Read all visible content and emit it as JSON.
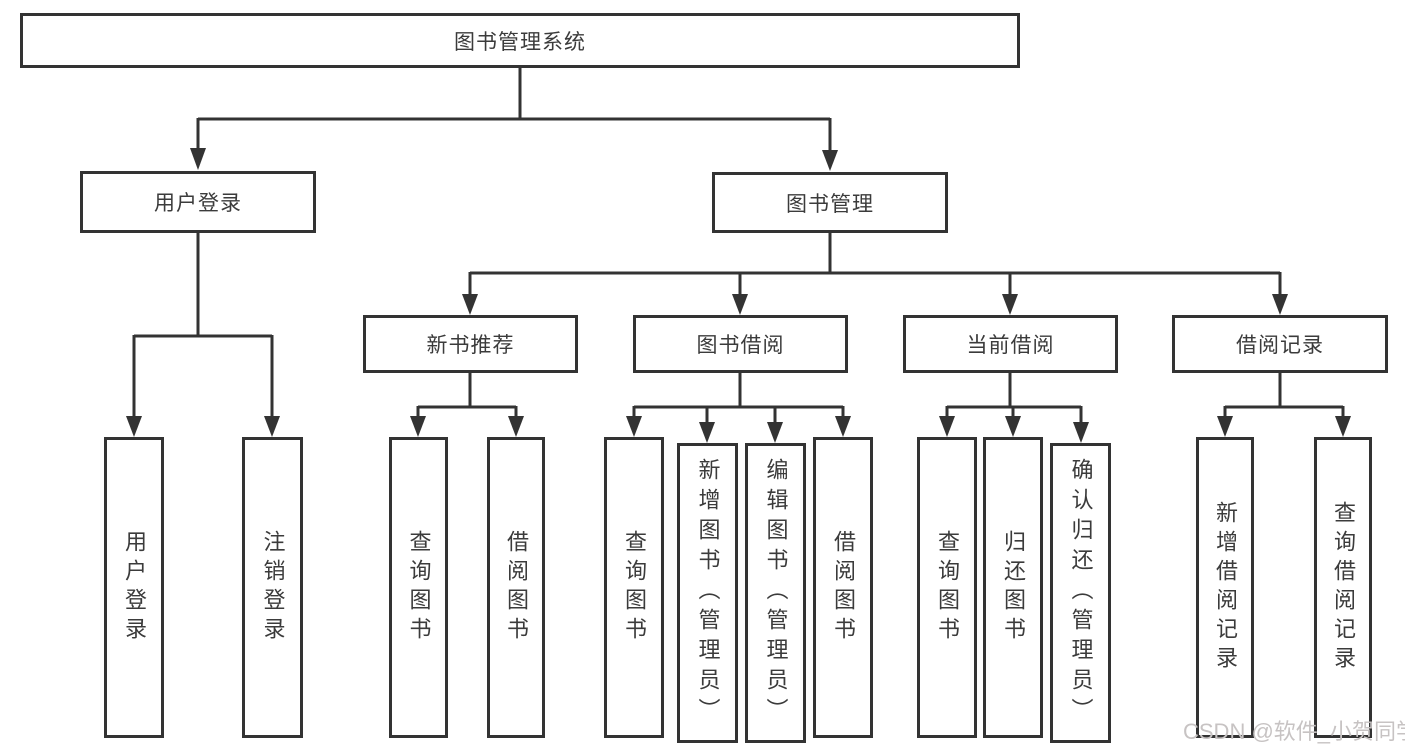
{
  "diagram": {
    "root": "图书管理系统",
    "level2": {
      "user_login": "用户登录",
      "book_mgmt": "图书管理"
    },
    "level3": {
      "new_book_rec": "新书推荐",
      "book_borrow": "图书借阅",
      "current_borrow": "当前借阅",
      "borrow_record": "借阅记录"
    },
    "leaves": {
      "user_login": "用户登录",
      "logout": "注销登录",
      "rec_query_books": "查询图书",
      "rec_borrow_books": "借阅图书",
      "bb_query_books": "查询图书",
      "bb_add_books": "新增图书（管理员）",
      "bb_edit_books": "编辑图书（管理员）",
      "bb_borrow_books": "借阅图书",
      "cb_query_books": "查询图书",
      "cb_return_books": "归还图书",
      "cb_confirm_return": "确认归还（管理员）",
      "br_add_record": "新增借阅记录",
      "br_query_record": "查询借阅记录"
    }
  },
  "watermark": "CSDN @软件_小贺同学",
  "colors": {
    "line": "#333333",
    "text": "#3b3b3b",
    "watermark": "#c7c3c3",
    "background": "#ffffff"
  }
}
